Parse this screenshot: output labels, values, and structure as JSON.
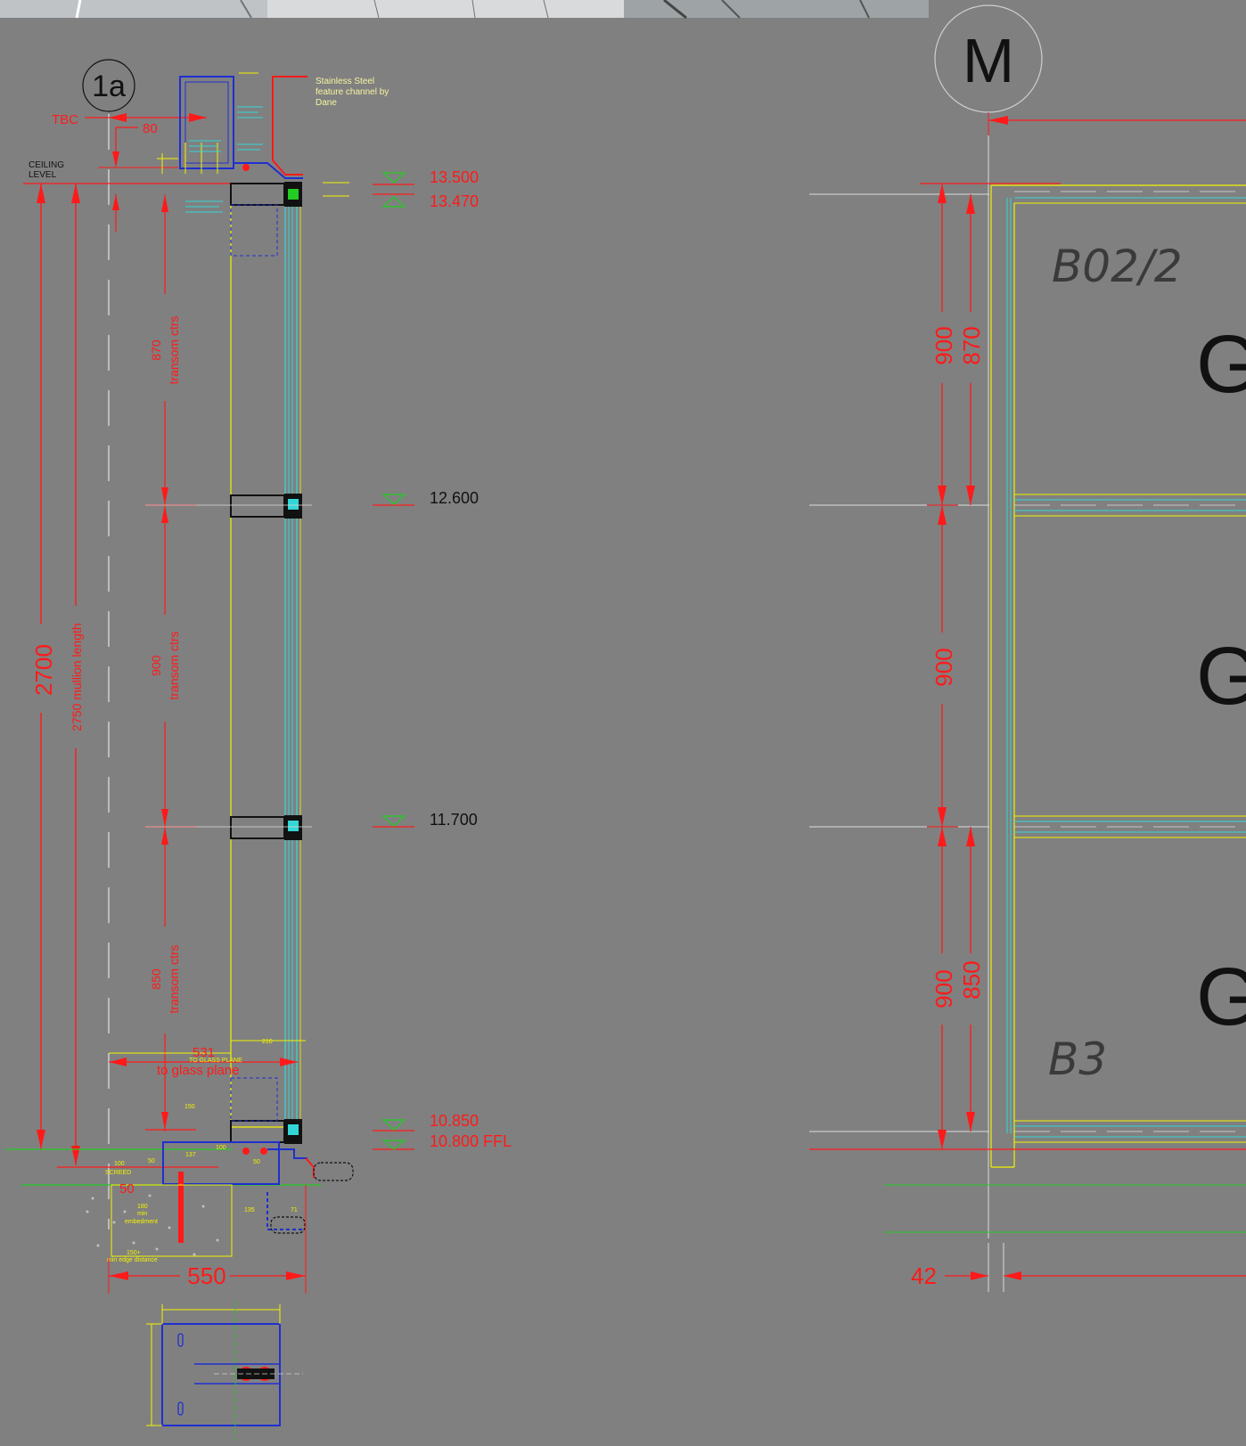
{
  "colors": {
    "background": "#808080",
    "dimension": "#ff1a1a",
    "structure": "#f2f200",
    "glass": "#33d6d6",
    "bracket": "#1f2fd0",
    "level_marker": "#22cc22",
    "outline": "#111111"
  },
  "detail_1a": {
    "bubble_label": "1a",
    "tbc_label": "TBC",
    "offset_80": "80",
    "ceiling_level_line1": "CEILING",
    "ceiling_level_line2": "LEVEL",
    "channel_note_line1": "Stainless Steel",
    "channel_note_line2": "feature channel by",
    "channel_note_line3": "Dane",
    "levels": [
      "13.500",
      "13.470",
      "12.600",
      "11.700",
      "10.850",
      "10.800  FFL"
    ],
    "dim_overall": "2700",
    "dim_mullion": "2750 mullion length",
    "transom_1_value": "870",
    "transom_1_text": "transom ctrs",
    "transom_2_value": "900",
    "transom_2_text": "transom ctrs",
    "transom_3_value": "850",
    "transom_3_text": "transom ctrs",
    "glass_plane_value": "531",
    "glass_plane_small": "TO GLASS PLANE",
    "glass_plane_text": "to glass plane",
    "dim_210": "210",
    "dim_150": "150",
    "dim_100_a": "100",
    "dim_50_a": "50",
    "screed_value": "100",
    "screed_label": "SCREED",
    "dim_50_b": "50",
    "dim_137": "137",
    "dim_50_c": "50",
    "dim_135": "135",
    "dim_71": "71",
    "embed_1": "180",
    "embed_2": "min",
    "embed_3": "embedment",
    "edge_1": "150+",
    "edge_2": "min edge distance",
    "dim_550": "550"
  },
  "elevation_M": {
    "bubble_label": "M",
    "label_top": "B02/2",
    "label_bottom": "B3",
    "panel_labels": [
      "G",
      "G",
      "G"
    ],
    "dims_outer": [
      "900",
      "900",
      "900"
    ],
    "dims_inner": [
      "870",
      "850"
    ],
    "dim_42": "42"
  }
}
